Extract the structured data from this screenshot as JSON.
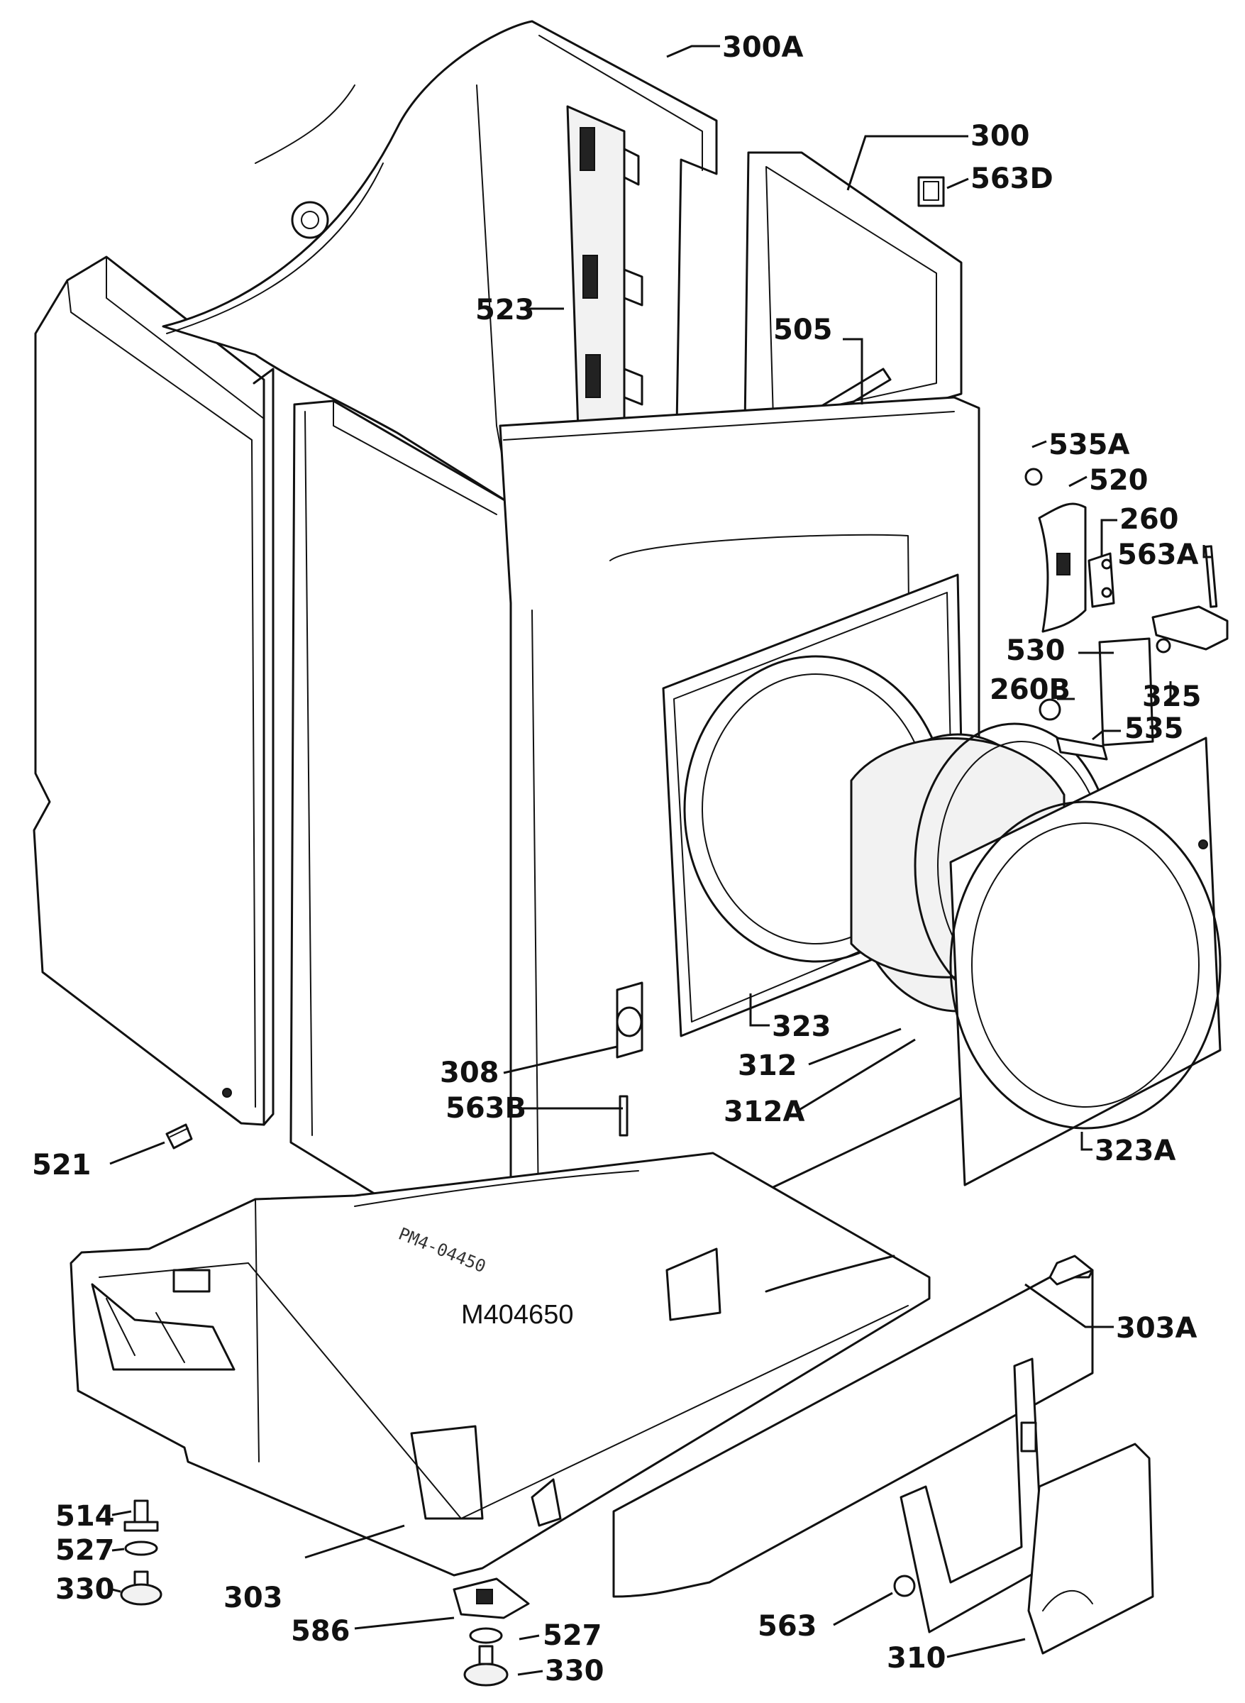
{
  "drawing": {
    "code": "M404650",
    "stamp": "PM4-04450"
  },
  "labels": {
    "p300A": "300A",
    "p300": "300",
    "p563D": "563D",
    "p523": "523",
    "p505": "505",
    "p535A": "535A",
    "p520": "520",
    "p260": "260",
    "p563A": "563A",
    "p530": "530",
    "p260B": "260B",
    "p325": "325",
    "p535": "535",
    "p323": "323",
    "p312": "312",
    "p312A": "312A",
    "p308": "308",
    "p563B": "563B",
    "p323A": "323A",
    "p521": "521",
    "p303A": "303A",
    "p514": "514",
    "p527a": "527",
    "p330a": "330",
    "p303": "303",
    "p586": "586",
    "p527b": "527",
    "p330b": "330",
    "p563": "563",
    "p310": "310"
  }
}
